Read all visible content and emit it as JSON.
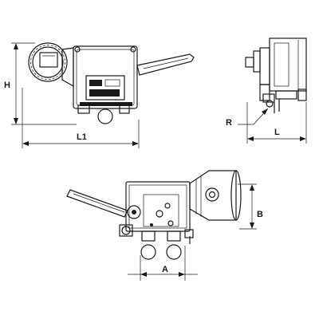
{
  "dimensions": {
    "height_label": "H",
    "length1_label": "L1",
    "radius_label": "R",
    "length_label": "L",
    "width_label": "B",
    "distance_label": "A"
  },
  "colors": {
    "ink": "#1a1a1a",
    "background": "#ffffff"
  }
}
